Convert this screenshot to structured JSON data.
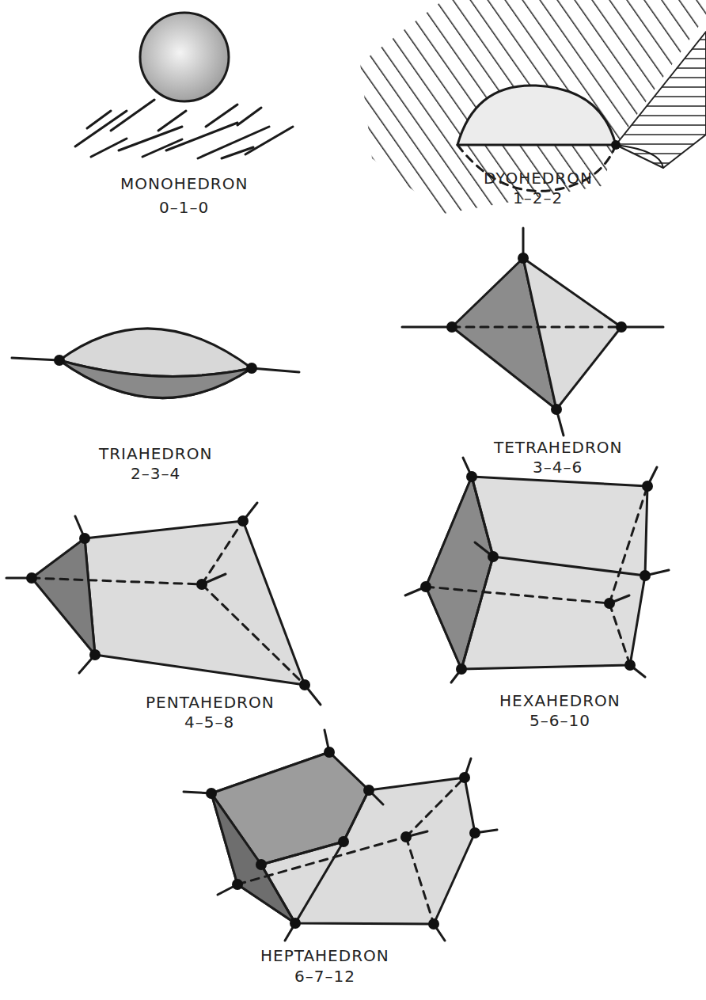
{
  "diagram": {
    "labels": [
      "MONOHEDRON",
      "0–1–0",
      "DYOHEDRON",
      "1–2–2",
      "TRIAHEDRON",
      "2–3–4",
      "TETRAHEDRON",
      "3–4–6",
      "PENTAHEDRON",
      "4–5–8",
      "HEXAHEDRON",
      "5–6–10",
      "HEPTAHEDRON",
      "6–7–12"
    ]
  }
}
